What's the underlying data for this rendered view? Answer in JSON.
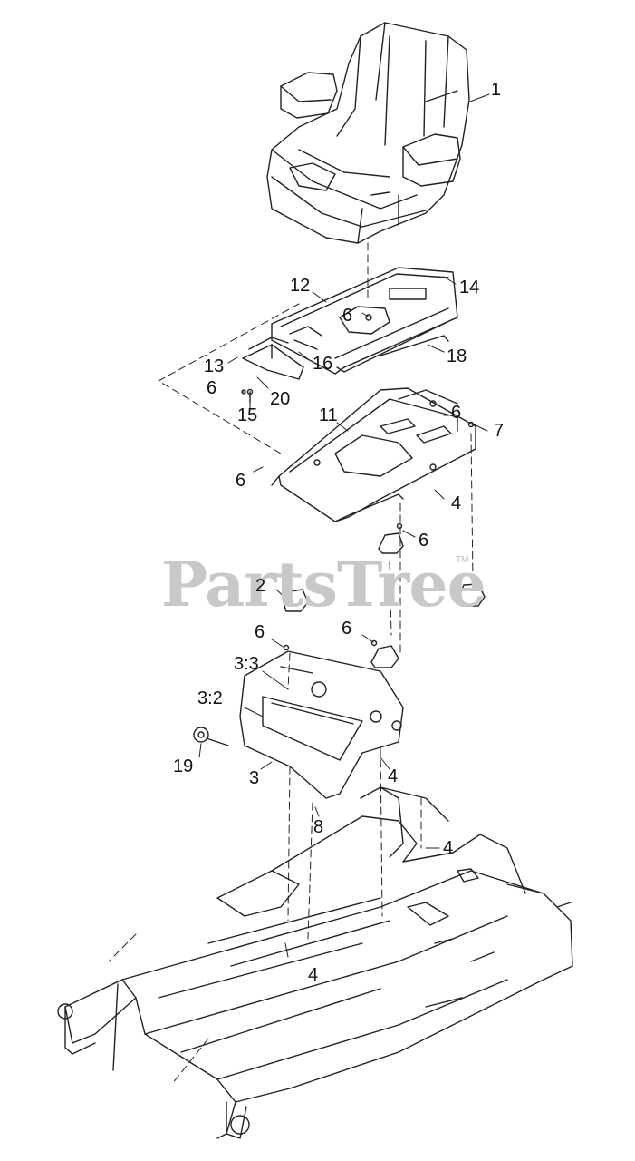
{
  "watermark": {
    "text": "PartsTree",
    "mark": "TM"
  },
  "callouts": [
    {
      "id": "c1",
      "label": "1"
    },
    {
      "id": "c12",
      "label": "12"
    },
    {
      "id": "c14",
      "label": "14"
    },
    {
      "id": "c6a",
      "label": "6"
    },
    {
      "id": "c18",
      "label": "18"
    },
    {
      "id": "c13",
      "label": "13"
    },
    {
      "id": "c16",
      "label": "16"
    },
    {
      "id": "c6b",
      "label": "6"
    },
    {
      "id": "c20",
      "label": "20"
    },
    {
      "id": "c15",
      "label": "15"
    },
    {
      "id": "c11",
      "label": "11"
    },
    {
      "id": "c6c",
      "label": "6"
    },
    {
      "id": "c7",
      "label": "7"
    },
    {
      "id": "c6d",
      "label": "6"
    },
    {
      "id": "c4a",
      "label": "4"
    },
    {
      "id": "c6e",
      "label": "6"
    },
    {
      "id": "c2",
      "label": "2"
    },
    {
      "id": "c6f",
      "label": "6"
    },
    {
      "id": "c6g",
      "label": "6"
    },
    {
      "id": "c33",
      "label": "3:3"
    },
    {
      "id": "c32",
      "label": "3:2"
    },
    {
      "id": "c19",
      "label": "19"
    },
    {
      "id": "c3",
      "label": "3"
    },
    {
      "id": "c4b",
      "label": "4"
    },
    {
      "id": "c8",
      "label": "8"
    },
    {
      "id": "c4c",
      "label": "4"
    },
    {
      "id": "c4d",
      "label": "4"
    }
  ]
}
